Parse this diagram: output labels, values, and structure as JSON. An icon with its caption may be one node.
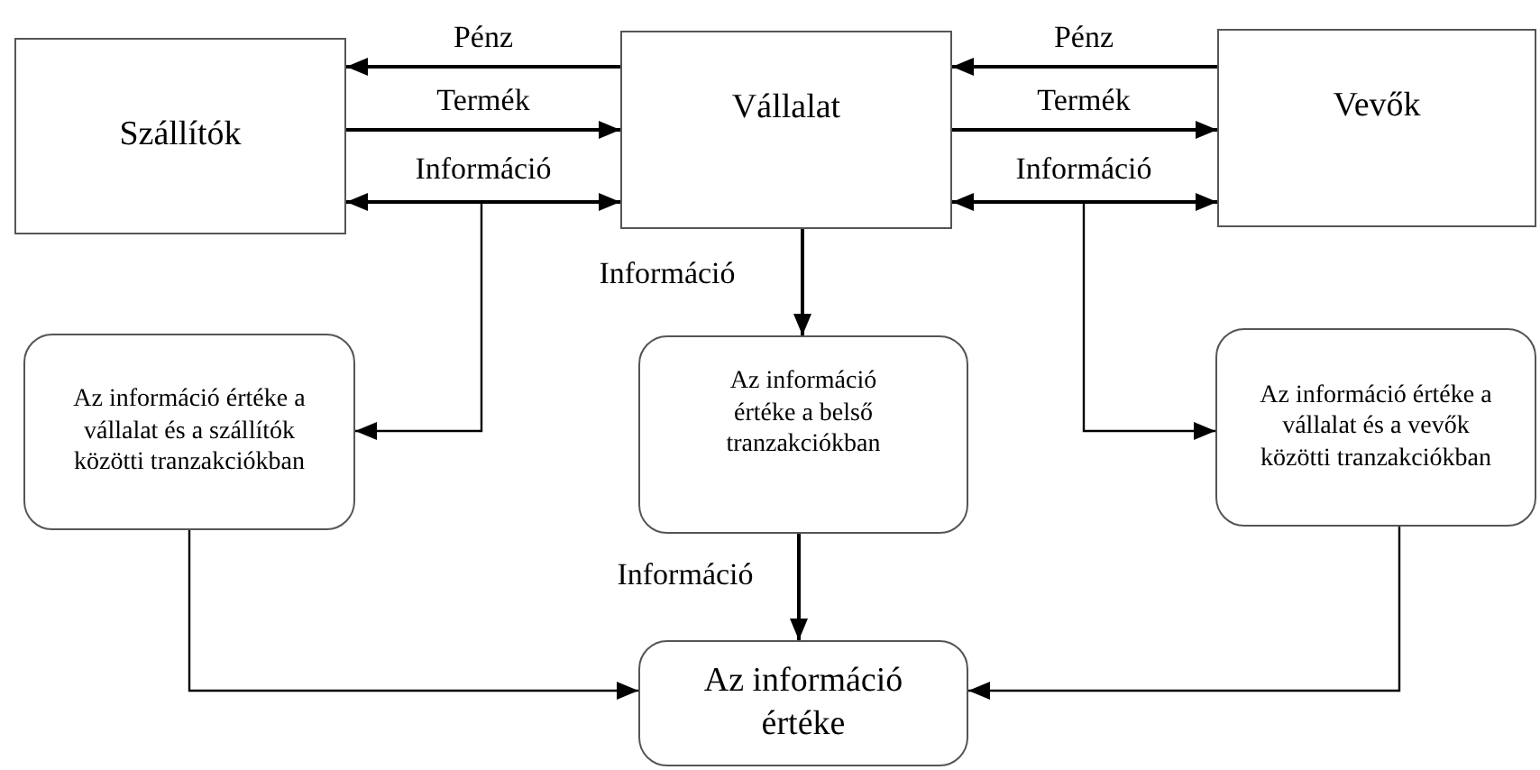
{
  "diagram": {
    "nodes": [
      {
        "text": [
          "Szállítók"
        ]
      },
      {
        "text": [
          "Vállalat"
        ]
      },
      {
        "text": [
          "Vevők"
        ]
      },
      {
        "text": [
          "Az információ értéke a vállalat és a szállítók közötti tranzakciókban"
        ]
      },
      {
        "text": [
          "Az információ értéke a belső tranzakciókban"
        ]
      },
      {
        "text": [
          "Az információ értéke a vállalat és a vevők közötti tranzakciókban"
        ]
      },
      {
        "text": [
          "Az információ értéke"
        ]
      }
    ],
    "edges": [
      {
        "from": 1,
        "to": 0,
        "arrow": "to",
        "label": "Pénz"
      },
      {
        "from": 0,
        "to": 1,
        "arrow": "to",
        "label": "Termék"
      },
      {
        "from": 0,
        "to": 1,
        "arrow": "both",
        "label": "Információ"
      },
      {
        "from": 2,
        "to": 1,
        "arrow": "to",
        "label": "Pénz"
      },
      {
        "from": 1,
        "to": 2,
        "arrow": "to",
        "label": "Termék"
      },
      {
        "from": 1,
        "to": 2,
        "arrow": "both",
        "label": "Információ"
      },
      {
        "from": null,
        "to": 3,
        "arrow": "to"
      },
      {
        "from": null,
        "to": 5,
        "arrow": "to"
      },
      {
        "from": 1,
        "to": 4,
        "arrow": "to",
        "label": "Információ"
      },
      {
        "from": 4,
        "to": 6,
        "arrow": "to",
        "label": "Információ"
      },
      {
        "from": 3,
        "to": 6,
        "arrow": "to"
      },
      {
        "from": 5,
        "to": 6,
        "arrow": "to"
      }
    ]
  }
}
